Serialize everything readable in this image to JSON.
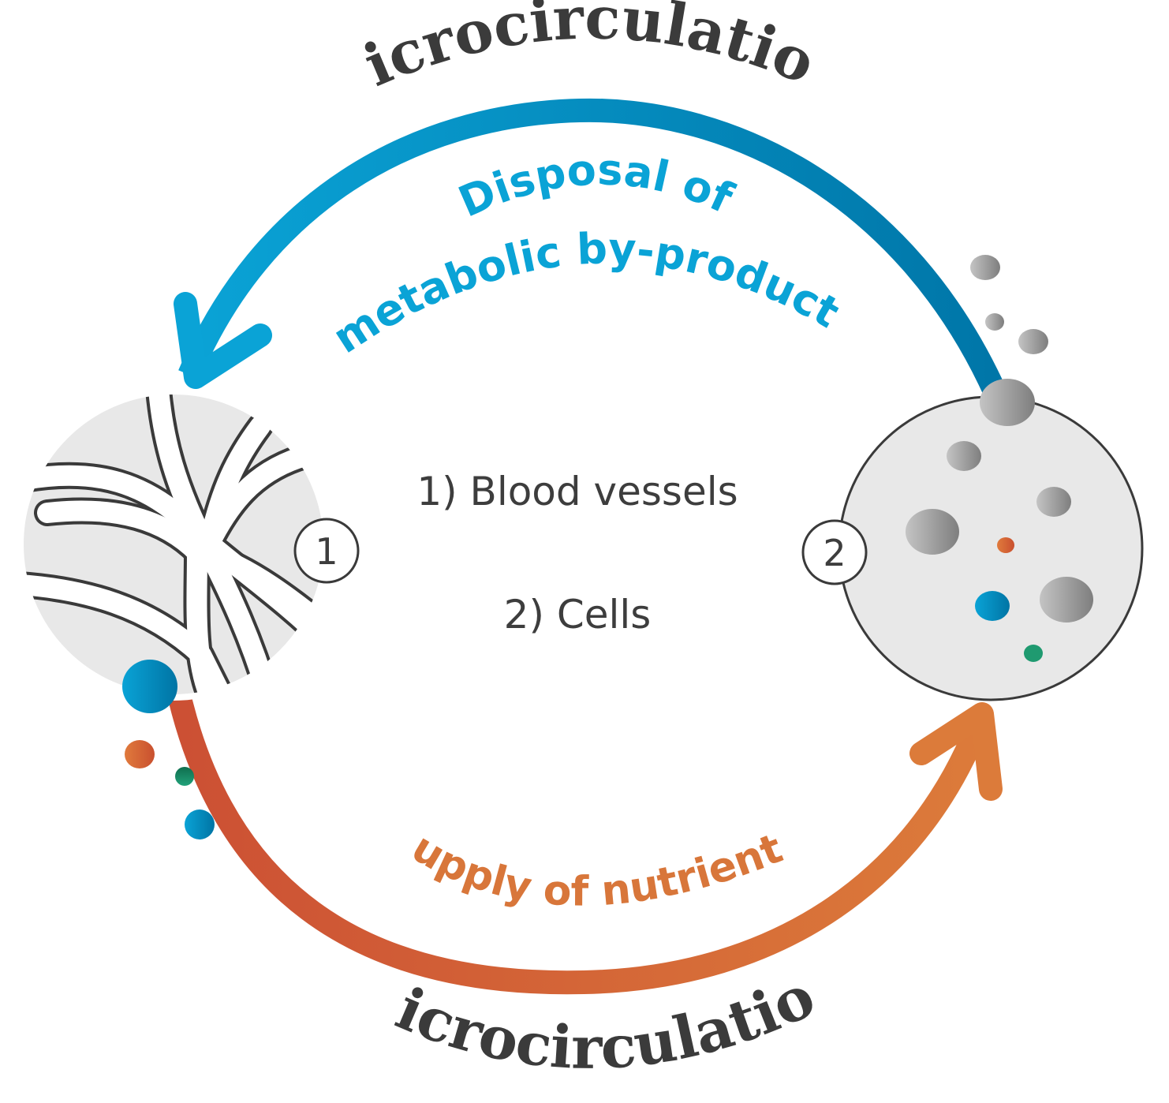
{
  "title_top": "Microcirculation",
  "title_bottom": "Microcirculation",
  "arcs": {
    "disposal": {
      "line1": "Disposal of",
      "line2": "metabolic by-products",
      "color_start": "#0aa3d6",
      "color_end": "#0076a8"
    },
    "supply": {
      "label": "Supply of nutrients",
      "color_start": "#cc5034",
      "color_end": "#dc7b3a"
    }
  },
  "legend": {
    "item1": "1) Blood vessels",
    "item2": "2) Cells"
  },
  "nodes": {
    "vessels": {
      "number": "1",
      "fill": "#e8e8e8",
      "stroke": "#3a3a3a"
    },
    "cells": {
      "number": "2",
      "fill": "#e8e8e8",
      "stroke": "#3a3a3a"
    }
  },
  "particle_colors": {
    "blue": "#0a8ec4",
    "orange": "#d96a3a",
    "green": "#1f9a70",
    "gray": "#9a9a9a"
  }
}
